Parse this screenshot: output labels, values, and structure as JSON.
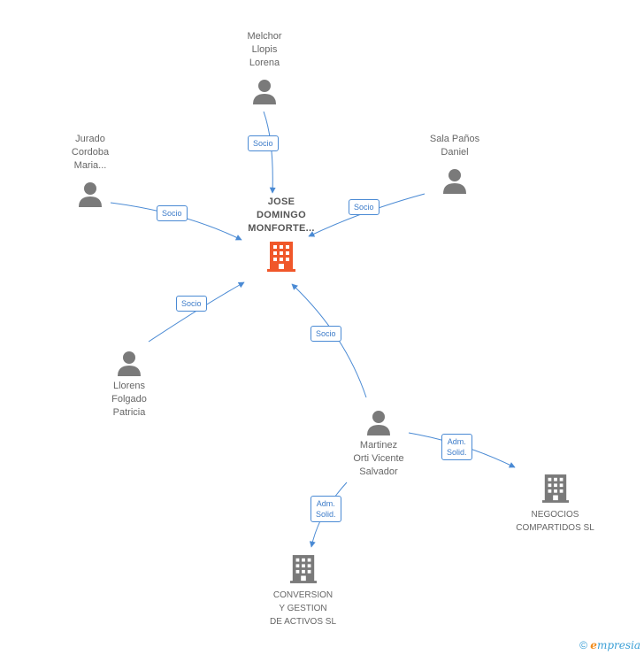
{
  "nodes": {
    "center": {
      "label": "JOSE\nDOMINGO\nMONFORTE...",
      "type": "company-highlight"
    },
    "melchor": {
      "label": "Melchor\nLlopis\nLorena",
      "type": "person"
    },
    "jurado": {
      "label": "Jurado\nCordoba\nMaria...",
      "type": "person"
    },
    "sala": {
      "label": "Sala Paños\nDaniel",
      "type": "person"
    },
    "llorens": {
      "label": "Llorens\nFolgado\nPatricia",
      "type": "person"
    },
    "martinez": {
      "label": "Martinez\nOrti Vicente\nSalvador",
      "type": "person"
    },
    "negocios": {
      "label": "NEGOCIOS\nCOMPARTIDOS SL",
      "type": "company"
    },
    "conversion": {
      "label": "CONVERSION\nY GESTION\nDE ACTIVOS SL",
      "type": "company"
    }
  },
  "edges": [
    {
      "from": "melchor",
      "to": "center",
      "label": "Socio"
    },
    {
      "from": "jurado",
      "to": "center",
      "label": "Socio"
    },
    {
      "from": "sala",
      "to": "center",
      "label": "Socio"
    },
    {
      "from": "llorens",
      "to": "center",
      "label": "Socio"
    },
    {
      "from": "martinez",
      "to": "center",
      "label": "Socio"
    },
    {
      "from": "martinez",
      "to": "negocios",
      "label": "Adm.\nSolid."
    },
    {
      "from": "martinez",
      "to": "conversion",
      "label": "Adm.\nSolid."
    }
  ],
  "footer": {
    "copyright": "©",
    "brand_first": "e",
    "brand_rest": "mpresia"
  },
  "colors": {
    "edge": "#4a8ad4",
    "person": "#7a7a7a",
    "company": "#7a7a7a",
    "highlight": "#f0572a"
  }
}
